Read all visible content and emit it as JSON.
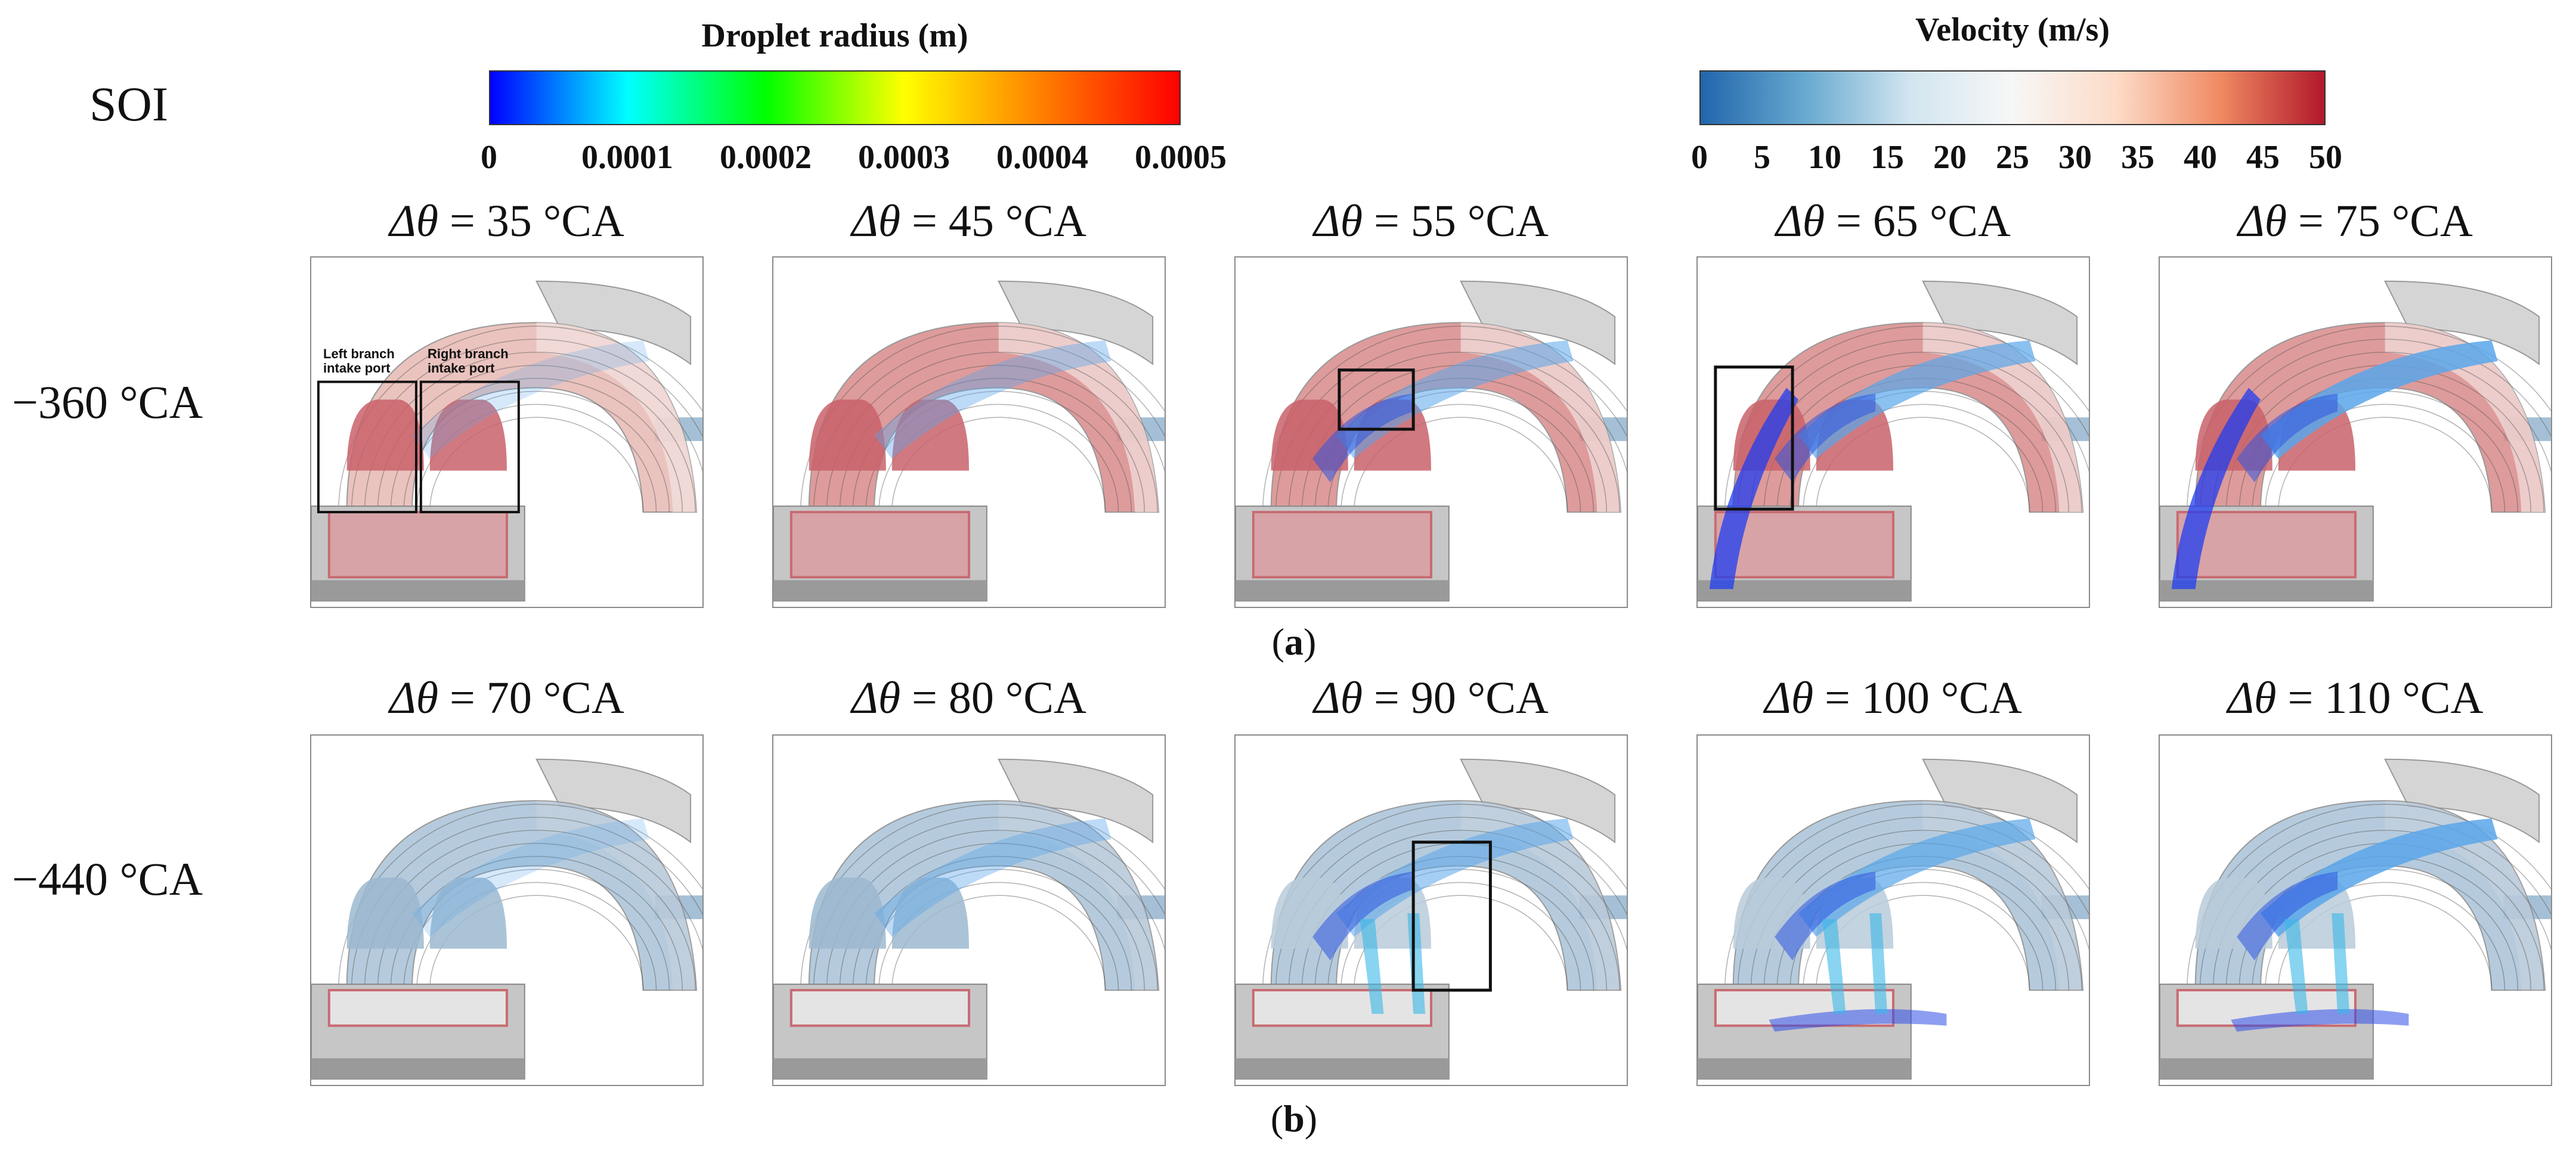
{
  "soi_label": "SOI",
  "colorbar_droplet": {
    "title": "Droplet radius (m)",
    "ticks": [
      "0",
      "0.0001",
      "0.0002",
      "0.0003",
      "0.0004",
      "0.0005"
    ],
    "colors": [
      "#0000ff",
      "#00ffff",
      "#00ff00",
      "#ffff00",
      "#ff7f00",
      "#ff0000"
    ]
  },
  "colorbar_velocity": {
    "title": "Velocity (m/s)",
    "ticks": [
      "0",
      "5",
      "10",
      "15",
      "20",
      "25",
      "30",
      "35",
      "40",
      "45",
      "50"
    ],
    "colors": [
      "#2166ac",
      "#67a9cf",
      "#d1e5f0",
      "#f7f7f7",
      "#fddbc7",
      "#ef8a62",
      "#b2182b"
    ]
  },
  "row_a": {
    "label": "−360 °CA",
    "caption_letter": "a",
    "columns": [
      {
        "symbol": "Δθ",
        "value": " = 35 °CA"
      },
      {
        "symbol": "Δθ",
        "value": " = 45 °CA"
      },
      {
        "symbol": "Δθ",
        "value": " = 55 °CA"
      },
      {
        "symbol": "Δθ",
        "value": " = 65 °CA"
      },
      {
        "symbol": "Δθ",
        "value": " = 75 °CA"
      }
    ]
  },
  "row_b": {
    "label": "−440 °CA",
    "caption_letter": "b",
    "columns": [
      {
        "symbol": "Δθ",
        "value": " = 70 °CA"
      },
      {
        "symbol": "Δθ",
        "value": " = 80 °CA"
      },
      {
        "symbol": "Δθ",
        "value": " = 90 °CA"
      },
      {
        "symbol": "Δθ",
        "value": " = 100 °CA"
      },
      {
        "symbol": "Δθ",
        "value": " = 110 °CA"
      }
    ]
  },
  "annotations": {
    "left_branch": "Left branch\nintake port",
    "right_branch": "Right branch\nintake port"
  }
}
